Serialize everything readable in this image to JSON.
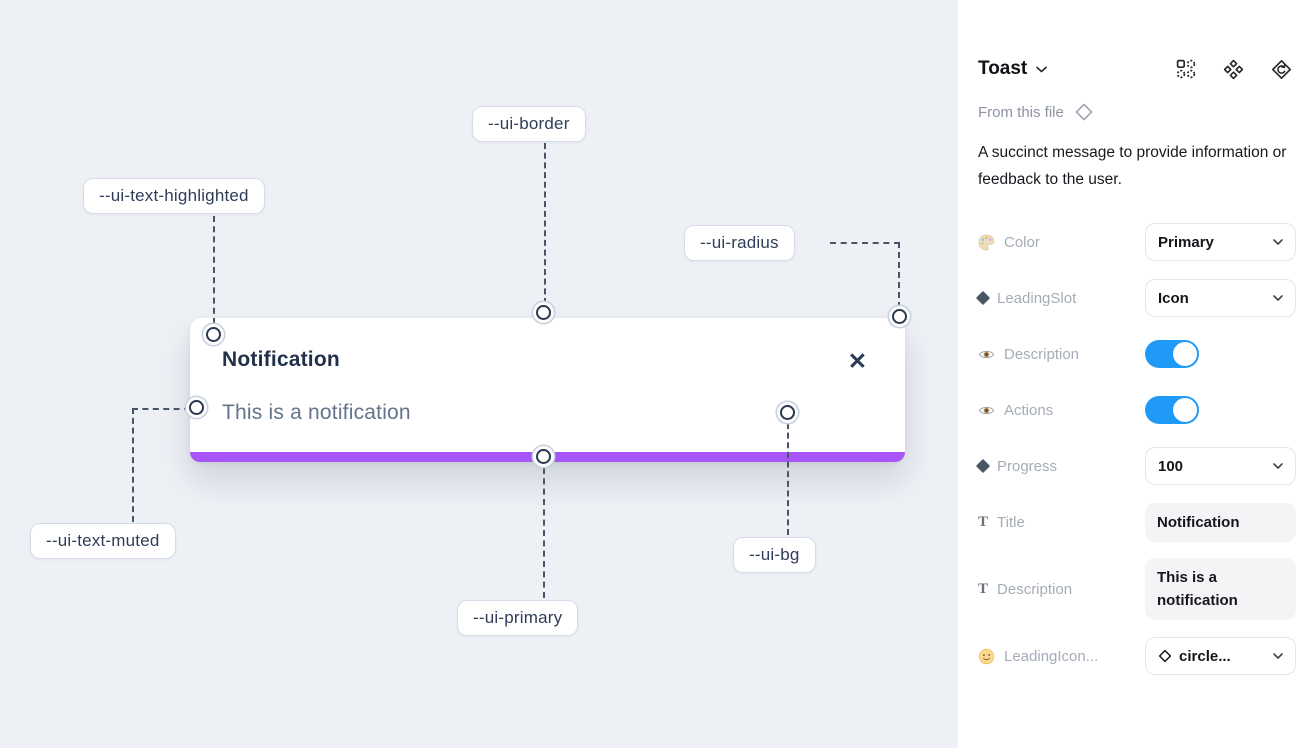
{
  "colors": {
    "primary": "#a855f7",
    "toggle_on": "#1f9bf7",
    "canvas_bg": "#edf0f5",
    "toast_title_text": "#23304a",
    "toast_muted_text": "#64748b"
  },
  "canvas": {
    "toast": {
      "title": "Notification",
      "description": "This is a notification",
      "close_glyph": "✕"
    },
    "labels": [
      {
        "text": "--ui-border"
      },
      {
        "text": "--ui-text-highlighted"
      },
      {
        "text": "--ui-radius"
      },
      {
        "text": "--ui-text-muted"
      },
      {
        "text": "--ui-primary"
      },
      {
        "text": "--ui-bg"
      }
    ]
  },
  "panel": {
    "title": "Toast",
    "source_label": "From this file",
    "description": "A succinct message to provide information or feedback to the user.",
    "glyphs": {
      "text_icon": "T"
    },
    "rows": [
      {
        "label": "Color",
        "control": "select",
        "value": "Primary"
      },
      {
        "label": "LeadingSlot",
        "control": "select",
        "value": "Icon"
      },
      {
        "label": "Description",
        "control": "toggle",
        "value": "on"
      },
      {
        "label": "Actions",
        "control": "toggle",
        "value": "on"
      },
      {
        "label": "Progress",
        "control": "select",
        "value": "100"
      },
      {
        "label": "Title",
        "control": "text",
        "value": "Notification"
      },
      {
        "label": "Description",
        "control": "text",
        "value": "This is a notification"
      },
      {
        "label": "LeadingIcon...",
        "control": "select",
        "value": "circle..."
      }
    ]
  }
}
